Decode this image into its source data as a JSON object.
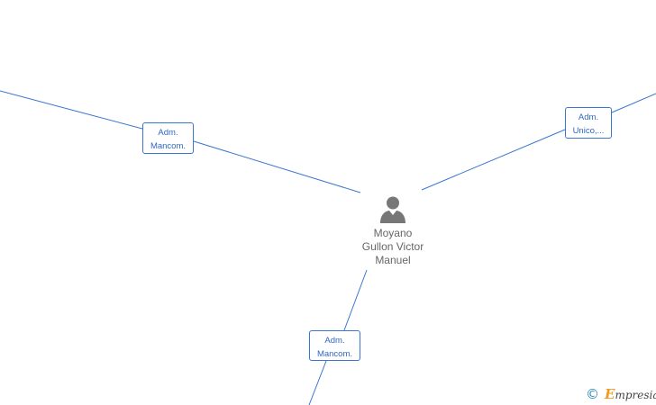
{
  "diagram": {
    "center_node": {
      "name_lines": [
        "Moyano",
        "Gullon Victor",
        "Manuel"
      ],
      "icon": "person-icon"
    },
    "edges": [
      {
        "id": "left",
        "label_lines": [
          "Adm.",
          "Mancom."
        ]
      },
      {
        "id": "right",
        "label_lines": [
          "Adm.",
          "Unico,..."
        ]
      },
      {
        "id": "bottom",
        "label_lines": [
          "Adm.",
          "Mancom."
        ]
      }
    ],
    "colors": {
      "edge": "#3a76d0",
      "label_text": "#2f67c4",
      "node_icon": "#777777",
      "node_text": "#666666"
    }
  },
  "branding": {
    "copyright_symbol": "©",
    "logo_initial": "E",
    "logo_rest": "mpresia",
    "logo_initial_color": "#f39a1e"
  }
}
